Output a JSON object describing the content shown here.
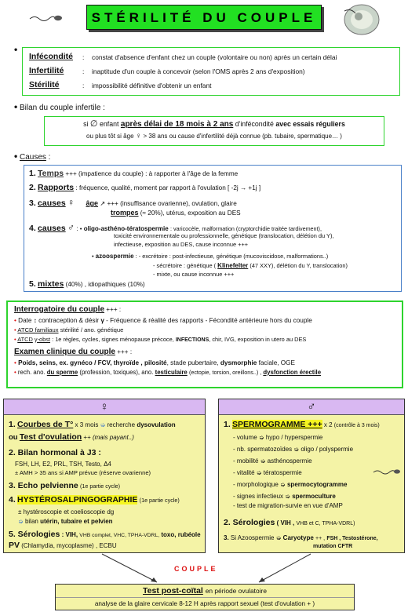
{
  "title": "STÉRILITÉ DU COUPLE",
  "definitions": [
    {
      "term": "Infécondité",
      "colon": ":",
      "text": "constat d'absence d'enfant chez un couple (volontaire ou non) après un certain délai"
    },
    {
      "term": "Infertilité",
      "colon": ":",
      "text": "inaptitude d'un couple à concevoir (selon l'OMS après 2 ans d'exposition)"
    },
    {
      "term": "Stérilité",
      "colon": ":",
      "text": "impossibilité définitive d'obtenir un enfant"
    }
  ],
  "bilan": {
    "heading": "Bilan du couple infertile",
    "colon": ":",
    "l1_a": "si",
    "l1_b": "enfant",
    "l1_c": "après délai de 18 mois à 2 ans",
    "l1_d": "d'infécondité",
    "l1_e": "avec essais réguliers",
    "l2_a": "ou plus tôt si âge",
    "l2_b": "> 38 ans ou cause d'infertilité déjà connue (pb. tubaire, spermatique… )"
  },
  "causes": {
    "heading": "Causes",
    "colon": ":",
    "r1_num": "1.",
    "r1_term": "Temps",
    "r1_text": "+++ (impatience du couple) : à rapporter à l'âge de la femme",
    "r2_num": "2.",
    "r2_term": "Rapports",
    "r2_text": ": fréquence, qualité, moment par rapport à l'ovulation [ -2j → +1j ]",
    "r3_num": "3.",
    "r3_term": "causes",
    "r3_a_term": "âge",
    "r3_a_text": "+++ (insuffisance ovarienne), ovulation, glaire",
    "r3_b_term": "trompes",
    "r3_b_text": "(≈ 20%), utérus, exposition au DES",
    "r4_num": "4.",
    "r4_term": "causes",
    "r4_a_term": "oligo-asthéno-tératospermie",
    "r4_a_text1": ": varicocèle, malformation (cryptorchidie traitée tardivement),",
    "r4_a_text2": "toxicité environnementale ou professionnelle, génétique (translocation, délétion du Y),",
    "r4_a_text3": "infectieuse, exposition au DES, cause inconnue +++",
    "r4_b_term": "azoospermie",
    "r4_b_text1": ": - excrétoire : post-infectieuse, génétique (mucoviscidose, malformations..)",
    "r4_b_text2": "- sécrétoire : génétique (",
    "r4_b_kline": "Klinefelter",
    "r4_b_text2b": "(47 XXY), délétion du Y, translocation)",
    "r4_b_text3": "- mixte,",
    "r4_b_text3b": "ou cause inconnue +++",
    "r5_num": "5.",
    "r5_term": "mixtes",
    "r5_text": "(40%) , idiopathiques (10%)"
  },
  "interro": {
    "heading": "Interrogatoire du couple",
    "heading_suffix": "+++ :",
    "l1_a": "Date",
    "l1_b": "contraception & désir",
    "l1_c": "- Fréquence & réalité des rapports - Fécondité antérieure hors du couple",
    "l2_a": "ATCD familiaux",
    "l2_b": "stérilité / ano. génétique",
    "l3_a": "ATCD",
    "l3_b": "-obst",
    "l3_c": ": 1e règles, cycles, signes ménopause précoce,",
    "l3_d": "INFECTIONS",
    "l3_e": ", chir, IVG, exposition in utero au DES",
    "exam_heading": "Examen clinique du couple",
    "exam_suffix": "+++ :",
    "e1_a": "Poids, seins, ex. gynéco / FCV, thyroïde ,",
    "e1_b": "pilosité",
    "e1_c": ", stade pubertaire,",
    "e1_d": "dysmorphie",
    "e1_e": "faciale, OGE",
    "e2_a": "rech. ano.",
    "e2_b": "du sperme",
    "e2_c": "(profession, toxiques), ano.",
    "e2_d": "testiculaire",
    "e2_e": "(ectopie, torsion, oreillons..) ,",
    "e2_f": "dysfonction érectile"
  },
  "female": {
    "symbol": "♀",
    "f1_num": "1.",
    "f1_term": "Courbes de T°",
    "f1_text": "x 3 mois",
    "f1_b": "recherche",
    "f1_c": "dysovulation",
    "f1_d": "ou",
    "f1_e": "Test d'ovulation",
    "f1_f": "++",
    "f1_g": "(mais payant..)",
    "f2": "2. Bilan hormonal à J3 :",
    "f2_a": "FSH, LH, E2, PRL, TSH, Testo, Δ4",
    "f2_b": "± AMH > 35 ans si AMP prévue (réserve ovarienne)",
    "f3": "3. Echo pelvienne",
    "f3_b": "(1e partie cycle)",
    "f4_num": "4.",
    "f4_term": "HYSTÉROSALPINGOGRAPHIE",
    "f4_b": "(1e partie cycle)",
    "f4_c": "± hystéroscopie et coelioscopie dg",
    "f4_d": "bilan",
    "f4_e": "utérin, tubaire et pelvien",
    "f5": "5. Sérologies",
    "f5_b": ": VIH,",
    "f5_c": "VHB complet, VHC, TPHA-VDRL,",
    "f5_d": "toxo, rubéole",
    "f5_e": "PV",
    "f5_f": "(Chlamydia, mycoplasme) , ECBU"
  },
  "male": {
    "symbol": "♂",
    "m1_num": "1.",
    "m1_term": "SPERMOGRAMME +++",
    "m1_b": "x 2",
    "m1_c": "(contrôle à 3 mois)",
    "items": [
      {
        "a": "- volume",
        "b": "hypo / hyperspermie"
      },
      {
        "a": "- nb. spermatozoïdes",
        "b": "oligo / polyspermie"
      },
      {
        "a": "- mobilité",
        "b": "asthénospermie"
      },
      {
        "a": "- vitalité",
        "b": "tératospermie"
      },
      {
        "a": "- morphologique",
        "b": "spermocytogramme"
      },
      {
        "a": "- signes infectieux",
        "b": "spermoculture"
      },
      {
        "a": "- test de migration-survie en vue d'AMP",
        "b": ""
      }
    ],
    "m2": "2. Sérologies",
    "m2_b": "( VIH ,",
    "m2_c": "VHB et C, TPHA-VDRL)",
    "m3_a": "3.",
    "m3_b": "Si Azoospermie",
    "m3_c": "Caryotype",
    "m3_d": "++ ,",
    "m3_e": "FSH , Testostérone,",
    "m3_f": "mutation CFTR"
  },
  "couple_label": "COUPLE",
  "test": {
    "title": "Test post-coïtal",
    "title_b": "en période ovulatoire",
    "sub": "analyse de la glaire cervicale 8-12 H après rapport sexuel (test d'ovulation + )"
  },
  "colors": {
    "green": "#2ed42e",
    "blue": "#4a80c8",
    "red": "#d11111",
    "yellow_bg": "#f4f3a6",
    "purple": "#d9b8f2"
  }
}
